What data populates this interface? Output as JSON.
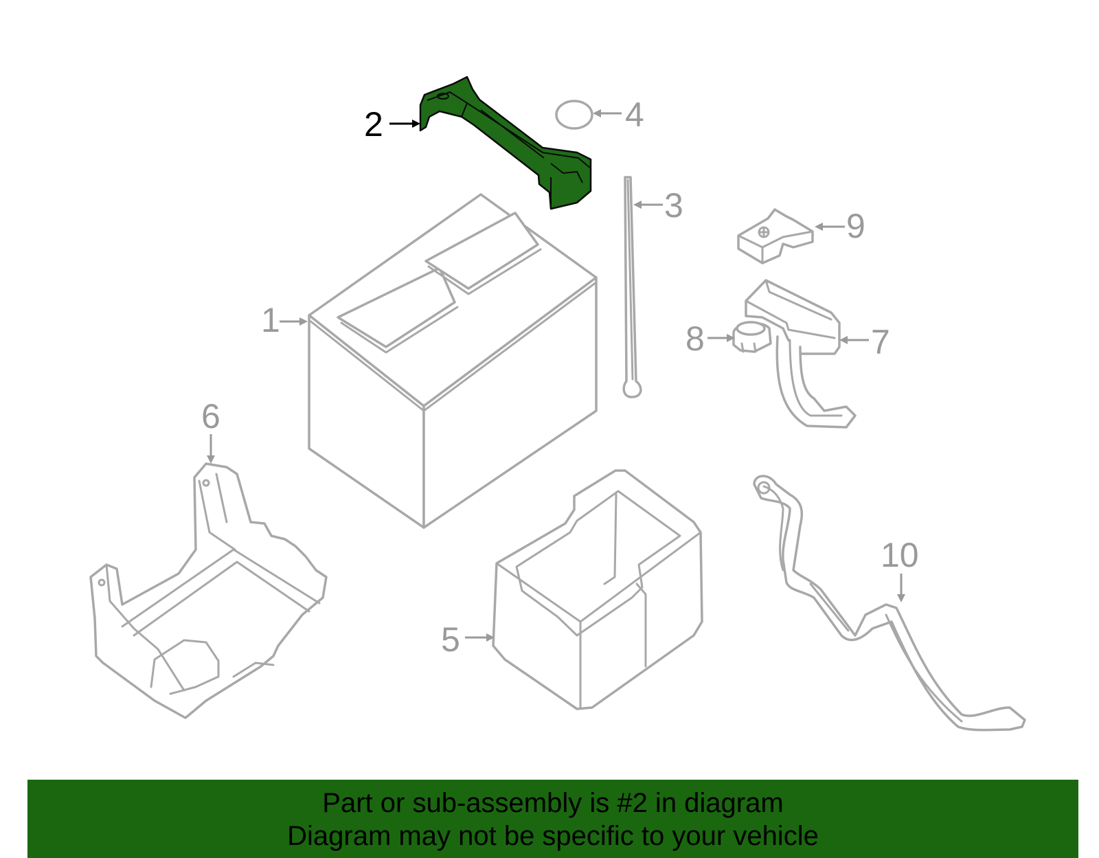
{
  "diagram": {
    "highlighted_part": "2",
    "callouts": [
      "1",
      "2",
      "3",
      "4",
      "5",
      "6",
      "7",
      "8",
      "9",
      "10"
    ]
  },
  "banner": {
    "line1": "Part or sub-assembly is #2 in diagram",
    "line2": "Diagram may not be specific to your vehicle",
    "background": "#1a6710"
  },
  "colors": {
    "highlight": "#1f6b18",
    "part_outline": "#a8a8a8"
  }
}
